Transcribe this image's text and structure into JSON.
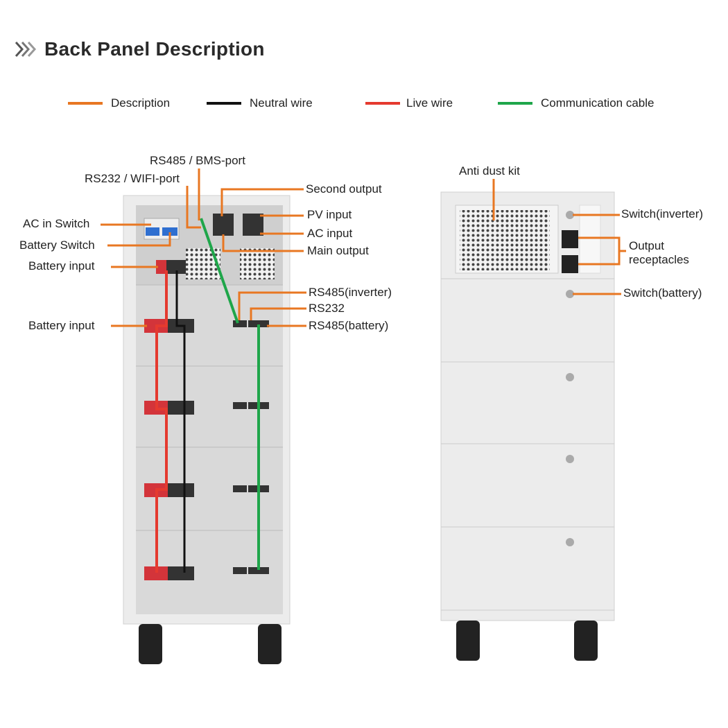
{
  "header": {
    "title": "Back Panel Description",
    "icon": "double-chevron-right-icon"
  },
  "legend": [
    {
      "label": "Description",
      "color": "#e87722"
    },
    {
      "label": "Neutral wire",
      "color": "#111111"
    },
    {
      "label": "Live wire",
      "color": "#e53a2f"
    },
    {
      "label": "Communication cable",
      "color": "#1fa64a"
    }
  ],
  "left_unit": {
    "labels": {
      "rs485_bms": "RS485 / BMS-port",
      "rs232_wifi": "RS232 / WIFI-port",
      "second_output": "Second output",
      "pv_input": "PV input",
      "ac_input": "AC input",
      "main_output": "Main output",
      "ac_in_switch": "AC in Switch",
      "battery_switch": "Battery Switch",
      "battery_input_1": "Battery input",
      "battery_input_2": "Battery input",
      "rs485_inverter": "RS485(inverter)",
      "rs232": "RS232",
      "rs485_battery": "RS485(battery)"
    }
  },
  "right_unit": {
    "labels": {
      "anti_dust_kit": "Anti dust kit",
      "switch_inverter": "Switch(inverter)",
      "output_receptacles_1": "Output",
      "output_receptacles_2": "receptacles",
      "switch_battery": "Switch(battery)"
    }
  },
  "colors": {
    "description": "#e87722",
    "neutral": "#111111",
    "live": "#e53a2f",
    "communication": "#1fa64a",
    "cabinet": "#e9e9e9",
    "panel": "#d7d7d7"
  }
}
